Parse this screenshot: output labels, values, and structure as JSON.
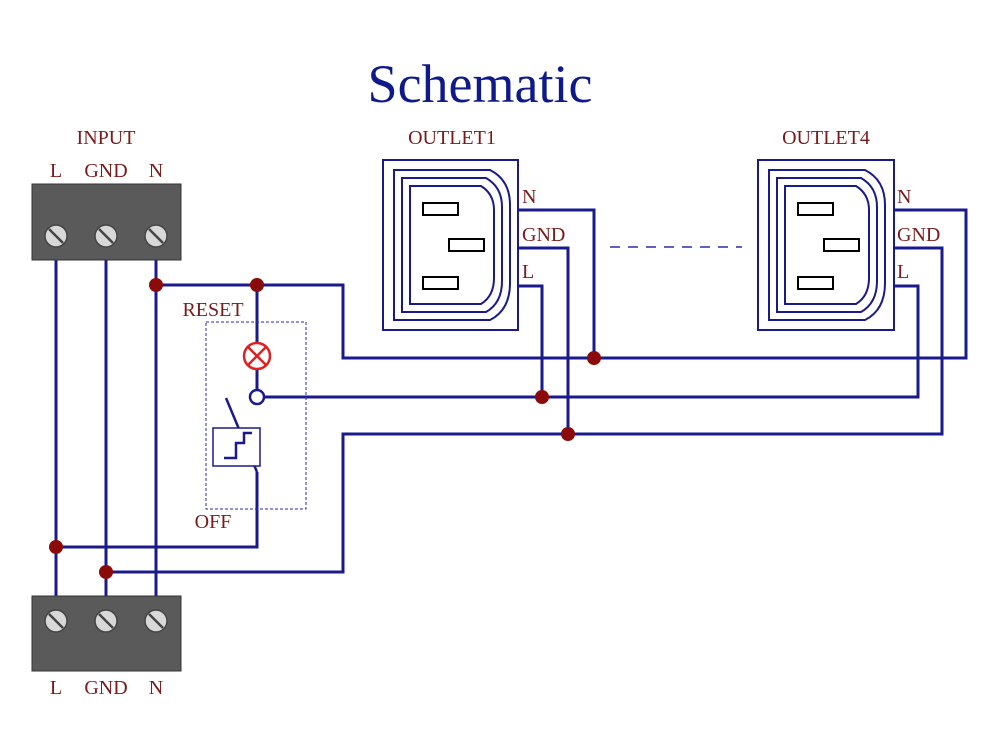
{
  "title": "Schematic",
  "input": {
    "label": "INPUT",
    "terminals": [
      "L",
      "GND",
      "N"
    ]
  },
  "output": {
    "terminals": [
      "L",
      "GND",
      "N"
    ]
  },
  "breaker": {
    "reset_label": "RESET",
    "off_label": "OFF"
  },
  "outlets": [
    {
      "name": "OUTLET1",
      "pins": [
        "N",
        "GND",
        "L"
      ]
    },
    {
      "name": "OUTLET4",
      "pins": [
        "N",
        "GND",
        "L"
      ]
    }
  ],
  "colors": {
    "title": "#0f1a8a",
    "label": "#7a1a1a",
    "wire": "#1a1a8c",
    "node": "#8b0a0a",
    "terminal_block": "#5a5a5a",
    "lamp": "#e02020",
    "breaker_box": "#2a2ab0"
  },
  "icons": {
    "terminal_screw": "screw-icon",
    "indicator_lamp": "lamp-icon",
    "thermal_element": "thermal-breaker-icon",
    "outlet": "iec-c13-outlet-icon"
  }
}
